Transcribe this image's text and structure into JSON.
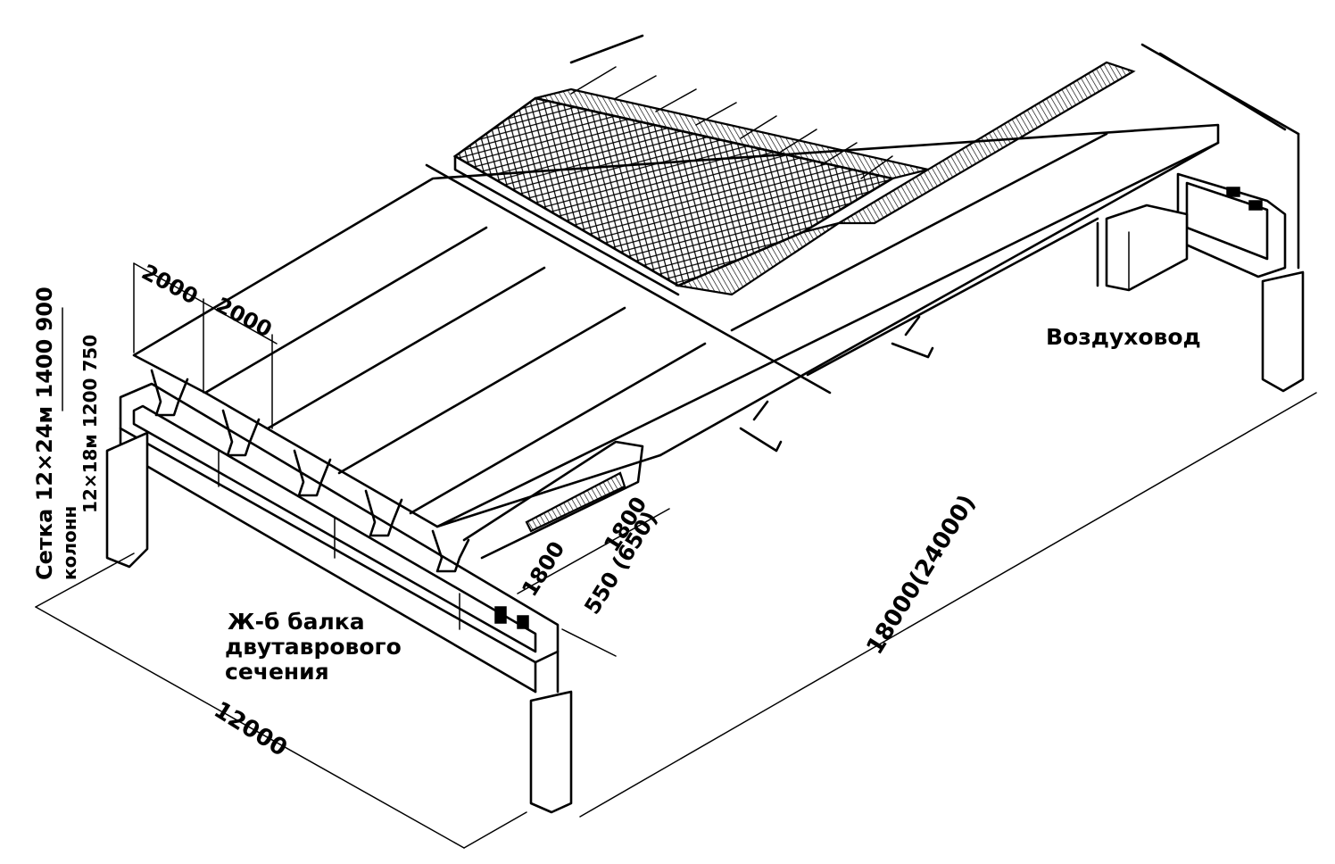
{
  "labels": {
    "duct": "Воздуховод",
    "beam_line1": "Ж-б балка",
    "beam_line2": "двутаврового",
    "beam_line3": "сечения",
    "grid_line1": "Сетка 12×24м 1400 900",
    "grid_line2": "колонн",
    "grid_line3": "12×18м 1200 750"
  },
  "dimensions": {
    "slab_width_1": "2000",
    "slab_width_2": "2000",
    "bay_length": "12000",
    "span_length": "18000(24000)",
    "panel_1800_a": "1800",
    "panel_1800_b": "1800",
    "gap": "550 (650)"
  }
}
